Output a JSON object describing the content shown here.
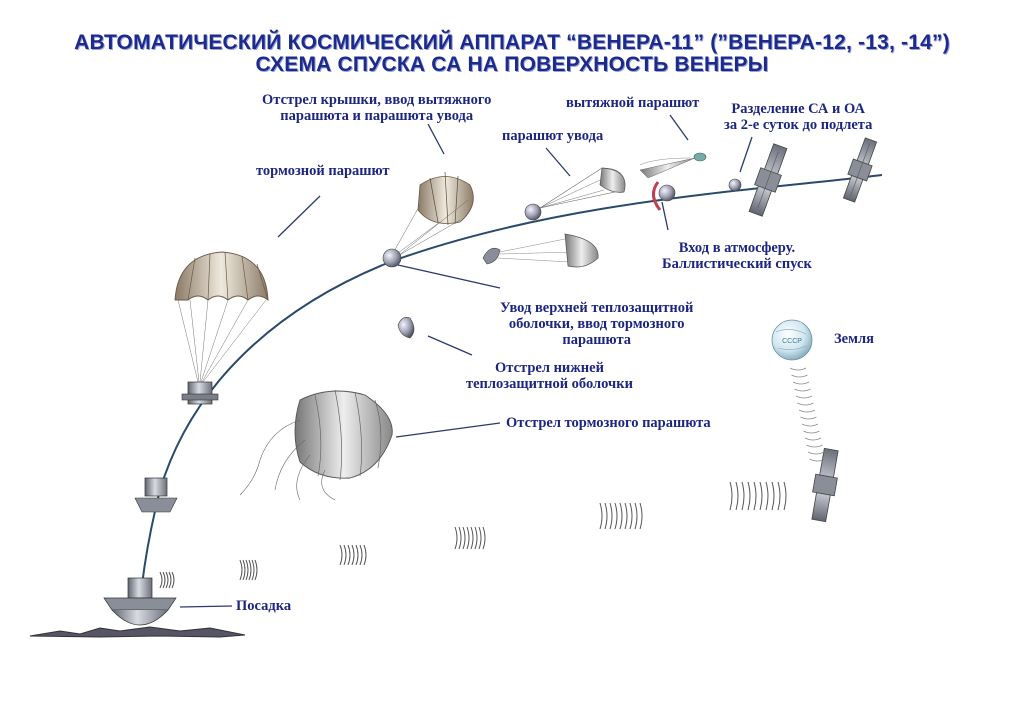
{
  "title": {
    "line1": "АВТОМАТИЧЕСКИЙ КОСМИЧЕСКИЙ АППАРАТ “ВЕНЕРА-11” (”ВЕНЕРА-12, -13, -14”)",
    "line2": "СХЕМА СПУСКА СА НА ПОВЕРХНОСТЬ ВЕНЕРЫ"
  },
  "labels": {
    "cover_release": "Отстрел крышки, ввод вытяжного\nпарашюта и парашюта увода",
    "pilot_chute": "вытяжной парашют",
    "separation": "Разделение СА и ОА\nза 2-е суток до подлета",
    "drogue_chute": "парашют увода",
    "braking_chute": "тормозной парашют",
    "entry": "Вход в атмосферу.\nБаллистический спуск",
    "upper_shield": "Увод верхней теплозащитной\nоболочки, ввод тормозного\nпарашюта",
    "earth": "Земля",
    "lower_shield": "Отстрел нижней\nтеплозащитной оболочки",
    "chute_release": "Отстрел тормозного парашюта",
    "landing": "Посадка"
  },
  "earth_globe_text": "СССР"
}
